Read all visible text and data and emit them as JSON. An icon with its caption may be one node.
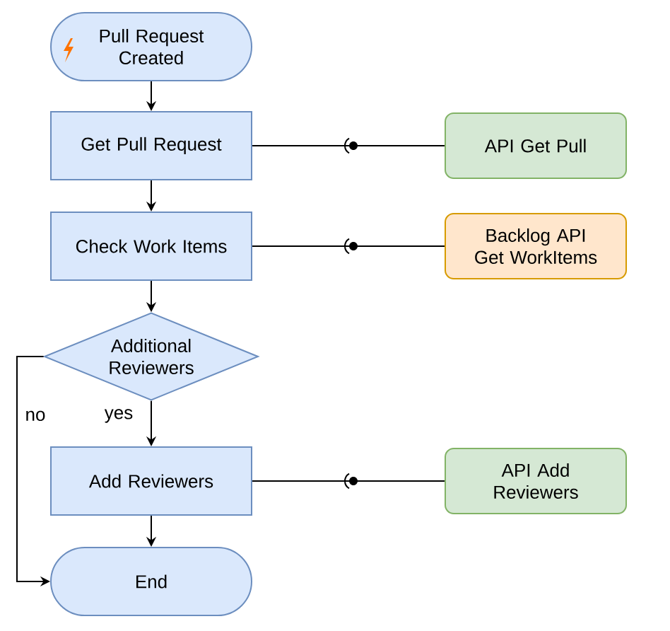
{
  "diagram": {
    "nodes": [
      {
        "text": [
          "Pull Request Created"
        ]
      },
      {
        "text": [
          "Get Pull Request"
        ]
      },
      {
        "text": [
          "API Get Pull"
        ]
      },
      {
        "text": [
          "Check Work Items"
        ]
      },
      {
        "text": [
          "Backlog API Get WorkItems"
        ]
      },
      {
        "text": [
          "Additional Reviewers"
        ]
      },
      {
        "text": [
          "Add Reviewers"
        ]
      },
      {
        "text": [
          "API Add Reviewers"
        ]
      },
      {
        "text": [
          "End"
        ]
      }
    ],
    "edges": [
      {
        "from": 0,
        "to": 1,
        "arrow": "to"
      },
      {
        "from": 1,
        "to": 2,
        "arrow": "none"
      },
      {
        "from": 1,
        "to": 3,
        "arrow": "to"
      },
      {
        "from": 3,
        "to": 4,
        "arrow": "none"
      },
      {
        "from": 3,
        "to": 5,
        "arrow": "to"
      },
      {
        "from": 5,
        "to": 6,
        "label": "yes",
        "arrow": "to"
      },
      {
        "from": 5,
        "to": 8,
        "label": "no",
        "arrow": "to"
      },
      {
        "from": 6,
        "to": 7,
        "arrow": "none"
      },
      {
        "from": 6,
        "to": 8,
        "arrow": "to"
      }
    ]
  }
}
